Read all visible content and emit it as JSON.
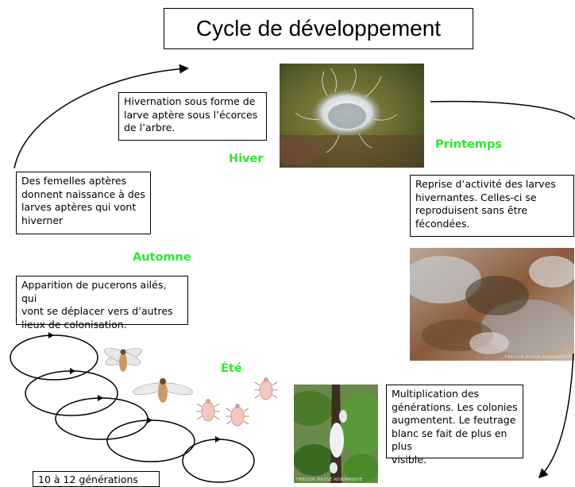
{
  "title": "Cycle de développement",
  "seasons": {
    "hiver": "Hiver",
    "printemps": "Printemps",
    "automne": "Automne",
    "ete": "Été"
  },
  "notes": {
    "hiver": "Hivernation sous forme de\nlarve aptère sous l’écorces\nde l’arbre.",
    "printemps": "Reprise d’activité des larves\nhivernantes. Celles-ci se\nreproduisent sans être\nfécondées.",
    "automne_femelles": "Des femelles aptères\ndonnent naissance à des\nlarves aptères qui vont\nhiverner",
    "automne_ailes": "Apparition de pucerons ailés, qui\nvont se déplacer vers d’autres\nlieux de colonisation.",
    "ete": "Multiplication des\ngénérations. Les colonies\naugmentent. Le feutrage\nblanc se fait de plus en plus\nvisible.",
    "generations": "10 à 12 générations"
  },
  "photo_credit": "FREDON BASSE-NORMANDIE",
  "colors": {
    "season_green": "#2ee82e",
    "line": "#000000",
    "bark_dark": "#5a4a2a",
    "leaf_green": "#4a8a2a",
    "wax_white": "#e8ebee"
  }
}
